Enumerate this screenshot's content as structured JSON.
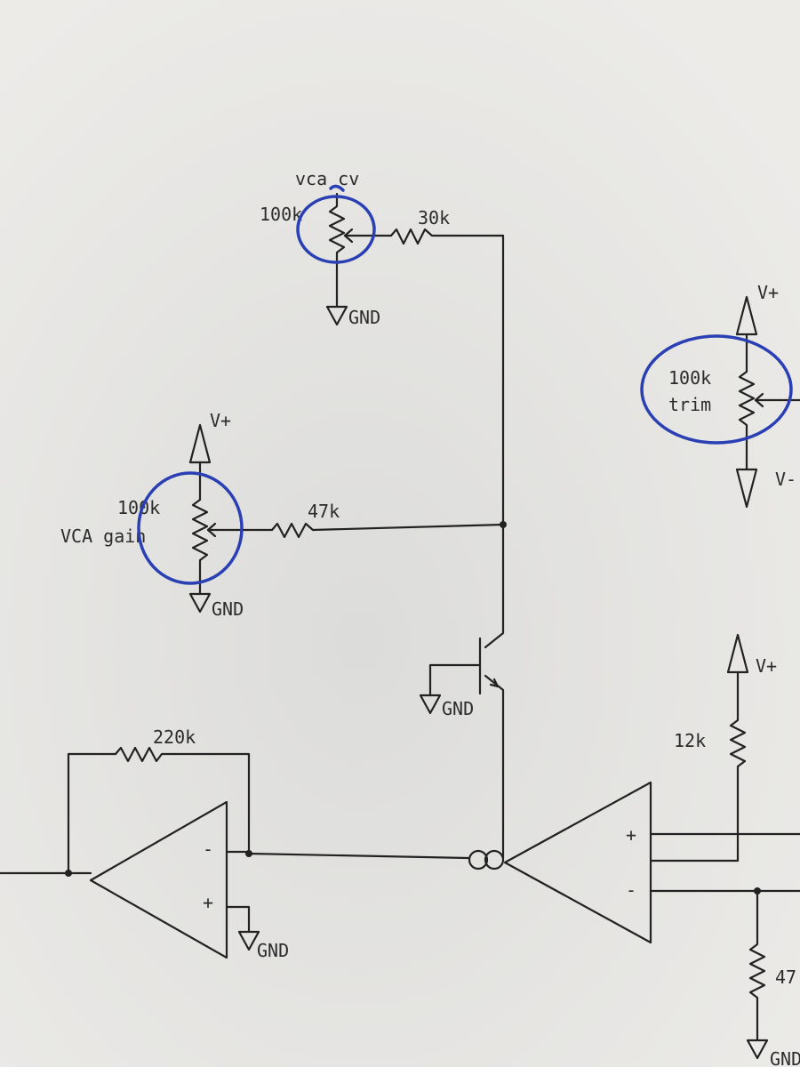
{
  "diagram": {
    "labels": {
      "vca_cv": "vca cv",
      "pot_cv_value": "100k",
      "r_30k": "30k",
      "gnd_cv": "GND",
      "vplus_gain": "V+",
      "pot_gain_value": "100k",
      "pot_gain_name": "VCA gain",
      "r_47k": "47k",
      "gnd_gain": "GND",
      "gnd_transistor": "GND",
      "r_220k": "220k",
      "opamp1_minus": "-",
      "opamp1_plus": "+",
      "gnd_opamp1": "GND",
      "vplus_trim": "V+",
      "trim_value": "100k",
      "trim_name": "trim",
      "vminus_trim": "V-",
      "vplus_12k": "V+",
      "r_12k": "12k",
      "ota_plus": "+",
      "ota_minus": "-",
      "r_47_partial": "47",
      "gnd_partial": "GND"
    },
    "colors": {
      "paper": "#e4e3e0",
      "ink_black": "#222222",
      "ink_blue": "#2a3fb3"
    }
  }
}
